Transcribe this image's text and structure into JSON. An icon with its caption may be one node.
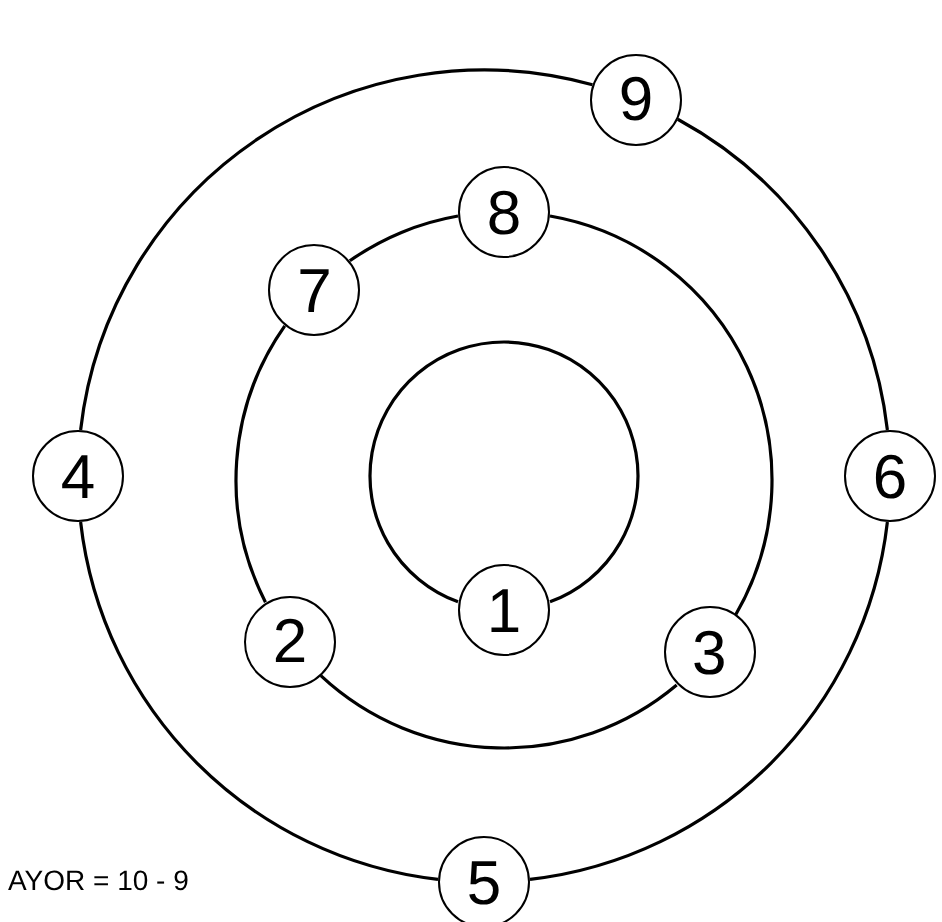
{
  "diagram": {
    "nodes": [
      {
        "text": [
          "9"
        ]
      },
      {
        "text": [
          "8"
        ]
      },
      {
        "text": [
          "7"
        ]
      },
      {
        "text": [
          "4"
        ]
      },
      {
        "text": [
          "6"
        ]
      },
      {
        "text": [
          "1"
        ]
      },
      {
        "text": [
          "2"
        ]
      },
      {
        "text": [
          "3"
        ]
      },
      {
        "text": [
          "5"
        ]
      }
    ],
    "edges": [
      {
        "from": 0,
        "to": 4,
        "arrow": "none"
      },
      {
        "from": 4,
        "to": 8,
        "arrow": "none"
      },
      {
        "from": 8,
        "to": 3,
        "arrow": "none"
      },
      {
        "from": 3,
        "to": 0,
        "arrow": "none"
      },
      {
        "from": 1,
        "to": 7,
        "arrow": "none"
      },
      {
        "from": 7,
        "to": 6,
        "arrow": "none"
      },
      {
        "from": 6,
        "to": 2,
        "arrow": "none"
      },
      {
        "from": 2,
        "to": 1,
        "arrow": "none"
      },
      {
        "from": 5,
        "to": 5,
        "arrow": "none"
      }
    ],
    "labels": [
      "AYOR =  10 - 9"
    ]
  }
}
